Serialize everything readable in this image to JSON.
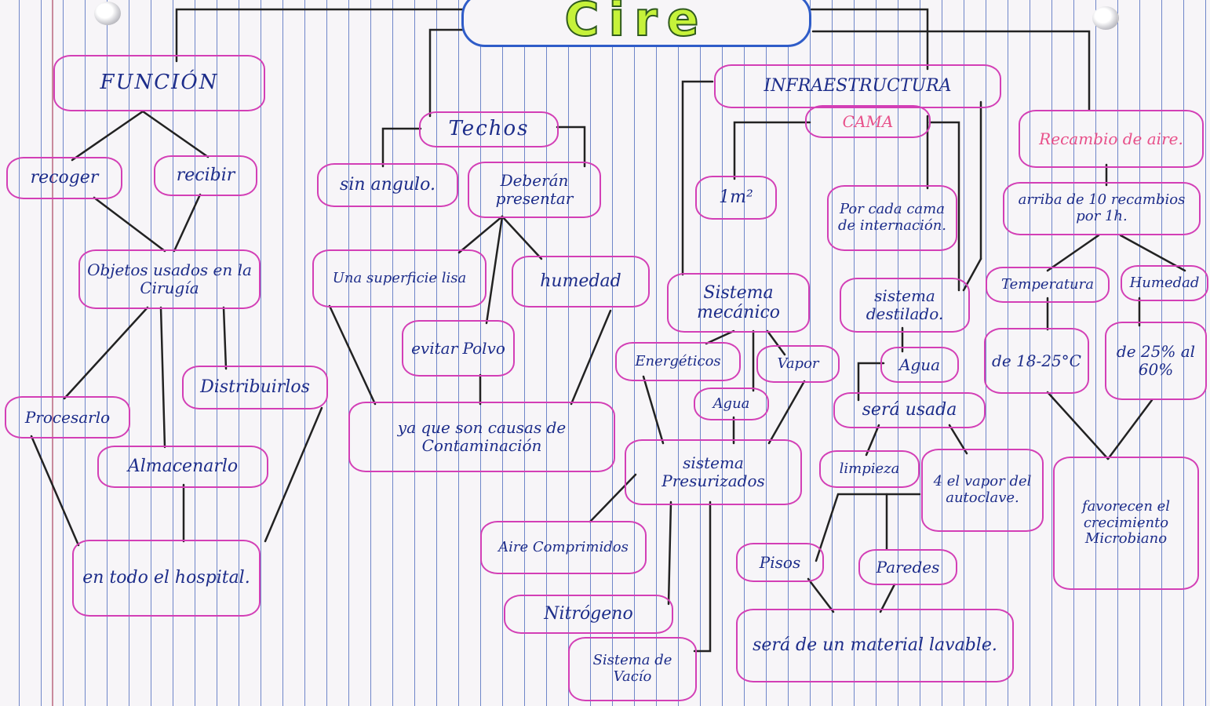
{
  "title": "Cire",
  "nodes": {
    "funcion": "FUNCIÓN",
    "recoger": "recoger",
    "recibir": "recibir",
    "objetos": "Objetos usados en la Cirugía",
    "procesarlo": "Procesarlo",
    "distribuirlos": "Distribuirlos",
    "almacenarlo": "Almacenarlo",
    "hospital": "en todo el hospital.",
    "techos": "Techos",
    "sin_angulo": "sin angulo.",
    "deberan": "Deberán presentar",
    "superficie": "Una superficie lisa",
    "humedad_techos": "humedad",
    "evitar_polvo": "evitar Polvo",
    "contaminacion": "ya que son causas de Contaminación",
    "infraestructura": "INFRAESTRUCTURA",
    "cama": "CAMA",
    "m2": "1m²",
    "por_cada_cama": "Por cada cama de internación.",
    "sistema_mecanico": "Sistema mecánico",
    "energeticos": "Energéticos",
    "vapor": "Vapor",
    "agua_mecanico": "Agua",
    "presurizados": "sistema Presurizados",
    "aire_comprimido": "Aire Comprimidos",
    "nitrogeno": "Nitrógeno",
    "vacio": "Sistema de Vacío",
    "destilada": "sistema destilado.",
    "agua_destilada": "Agua",
    "sera_usada": "será usada",
    "limpieza": "limpieza",
    "autoclave": "4 el vapor del autoclave.",
    "pisos": "Pisos",
    "paredes": "Paredes",
    "lavable": "será de un material lavable.",
    "recambio": "Recambio de aire.",
    "arriba_10": "arriba de 10 recambios por 1h.",
    "temperatura": "Temperatura",
    "humedad": "Humedad",
    "rango_temp": "de 18-25°C",
    "rango_hum": "de 25% al 60%",
    "favorecen": "favorecen el crecimiento Microbiano"
  },
  "colors": {
    "ink_blue": "#1d2d8a",
    "ink_pink": "#e8508a",
    "cloud_pink": "#d33fb6",
    "title_green": "#c6f23a"
  }
}
